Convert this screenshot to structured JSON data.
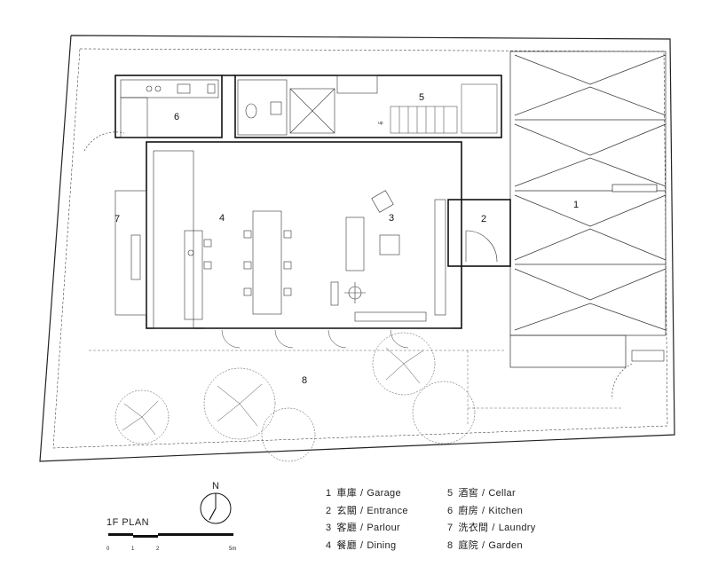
{
  "rooms": [
    {
      "num": "1"
    },
    {
      "num": "2"
    },
    {
      "num": "3"
    },
    {
      "num": "4"
    },
    {
      "num": "5"
    },
    {
      "num": "6"
    },
    {
      "num": "7"
    },
    {
      "num": "8"
    }
  ],
  "legend": [
    {
      "num": "1",
      "zh": "車庫",
      "en": "Garage"
    },
    {
      "num": "2",
      "zh": "玄關",
      "en": "Entrance"
    },
    {
      "num": "3",
      "zh": "客廳",
      "en": "Parlour"
    },
    {
      "num": "4",
      "zh": "餐廳",
      "en": "Dining"
    },
    {
      "num": "5",
      "zh": "酒窖",
      "en": "Cellar"
    },
    {
      "num": "6",
      "zh": "廚房",
      "en": "Kitchen"
    },
    {
      "num": "7",
      "zh": "洗衣間",
      "en": "Laundry"
    },
    {
      "num": "8",
      "zh": "庭院",
      "en": "Garden"
    }
  ],
  "plan_title": "1F  PLAN",
  "north_label": "N",
  "scale_ticks": [
    "0",
    "1",
    "2",
    "5m"
  ],
  "stair_label": "up"
}
